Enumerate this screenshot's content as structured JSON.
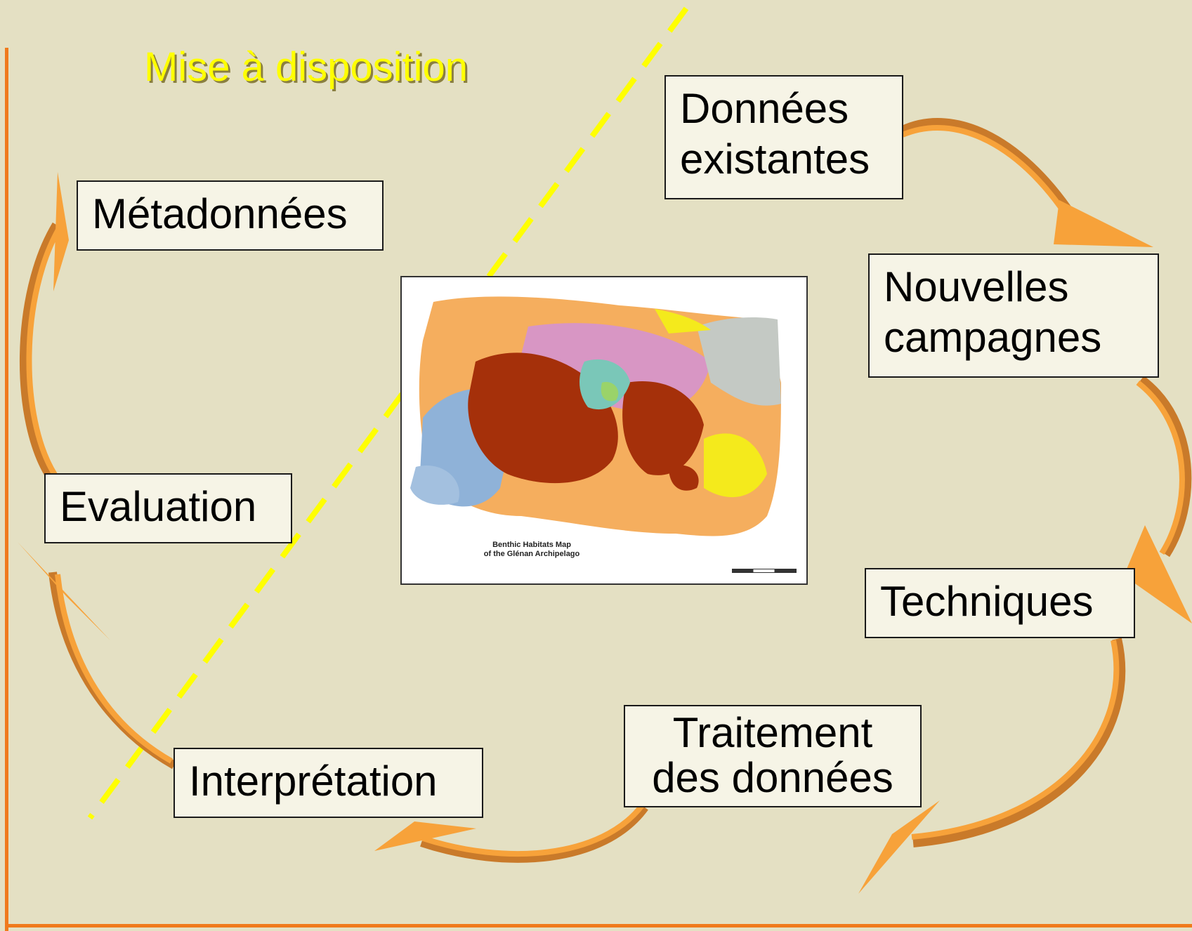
{
  "title": "Mise à disposition",
  "boxes": {
    "donnees_existantes": [
      "Données",
      "existantes"
    ],
    "nouvelles_campagnes": [
      "Nouvelles",
      "campagnes"
    ],
    "techniques": "Techniques",
    "traitement": [
      "Traitement",
      "des données"
    ],
    "interpretation": "Interprétation",
    "evaluation": "Evaluation",
    "metadonnees": "Métadonnées"
  },
  "map": {
    "caption": [
      "Benthic Habitats Map",
      "of the Glénan Archipelago"
    ]
  },
  "colors": {
    "background": "#e4e0c3",
    "arrow": "#f7a23a",
    "arrow_shade": "#c97a2a",
    "dashed_line": "#ffff00",
    "frame": "#f07a1c",
    "title": "#ffff00"
  }
}
